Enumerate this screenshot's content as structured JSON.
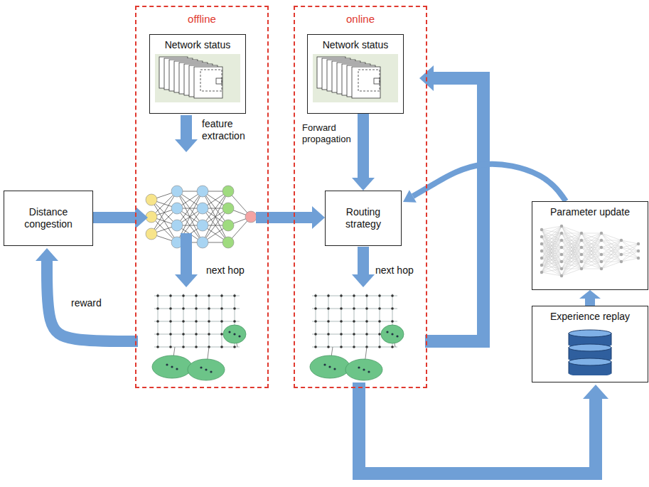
{
  "diagram": {
    "nodes": [
      {
        "text": [
          "offline"
        ]
      },
      {
        "text": [
          "Network status"
        ],
        "in": 0
      },
      {
        "text": [
          "online"
        ]
      },
      {
        "text": [
          "Network status"
        ],
        "in": 2
      },
      {
        "text": [
          "Routing strategy"
        ],
        "in": 2
      },
      {
        "text": [
          "Distance congestion"
        ]
      },
      {
        "text": [
          "Parameter update"
        ]
      },
      {
        "text": [
          "Experience replay"
        ]
      }
    ],
    "edges": [
      {
        "from": 3,
        "to": 4,
        "label": "Forward propagation",
        "arrow": "to"
      },
      {
        "from": 6,
        "to": 4,
        "arrow": "to"
      },
      {
        "from": 7,
        "to": 6,
        "arrow": "to"
      }
    ],
    "labels": [
      "feature extraction",
      "next hop",
      "reward",
      "next hop"
    ]
  }
}
